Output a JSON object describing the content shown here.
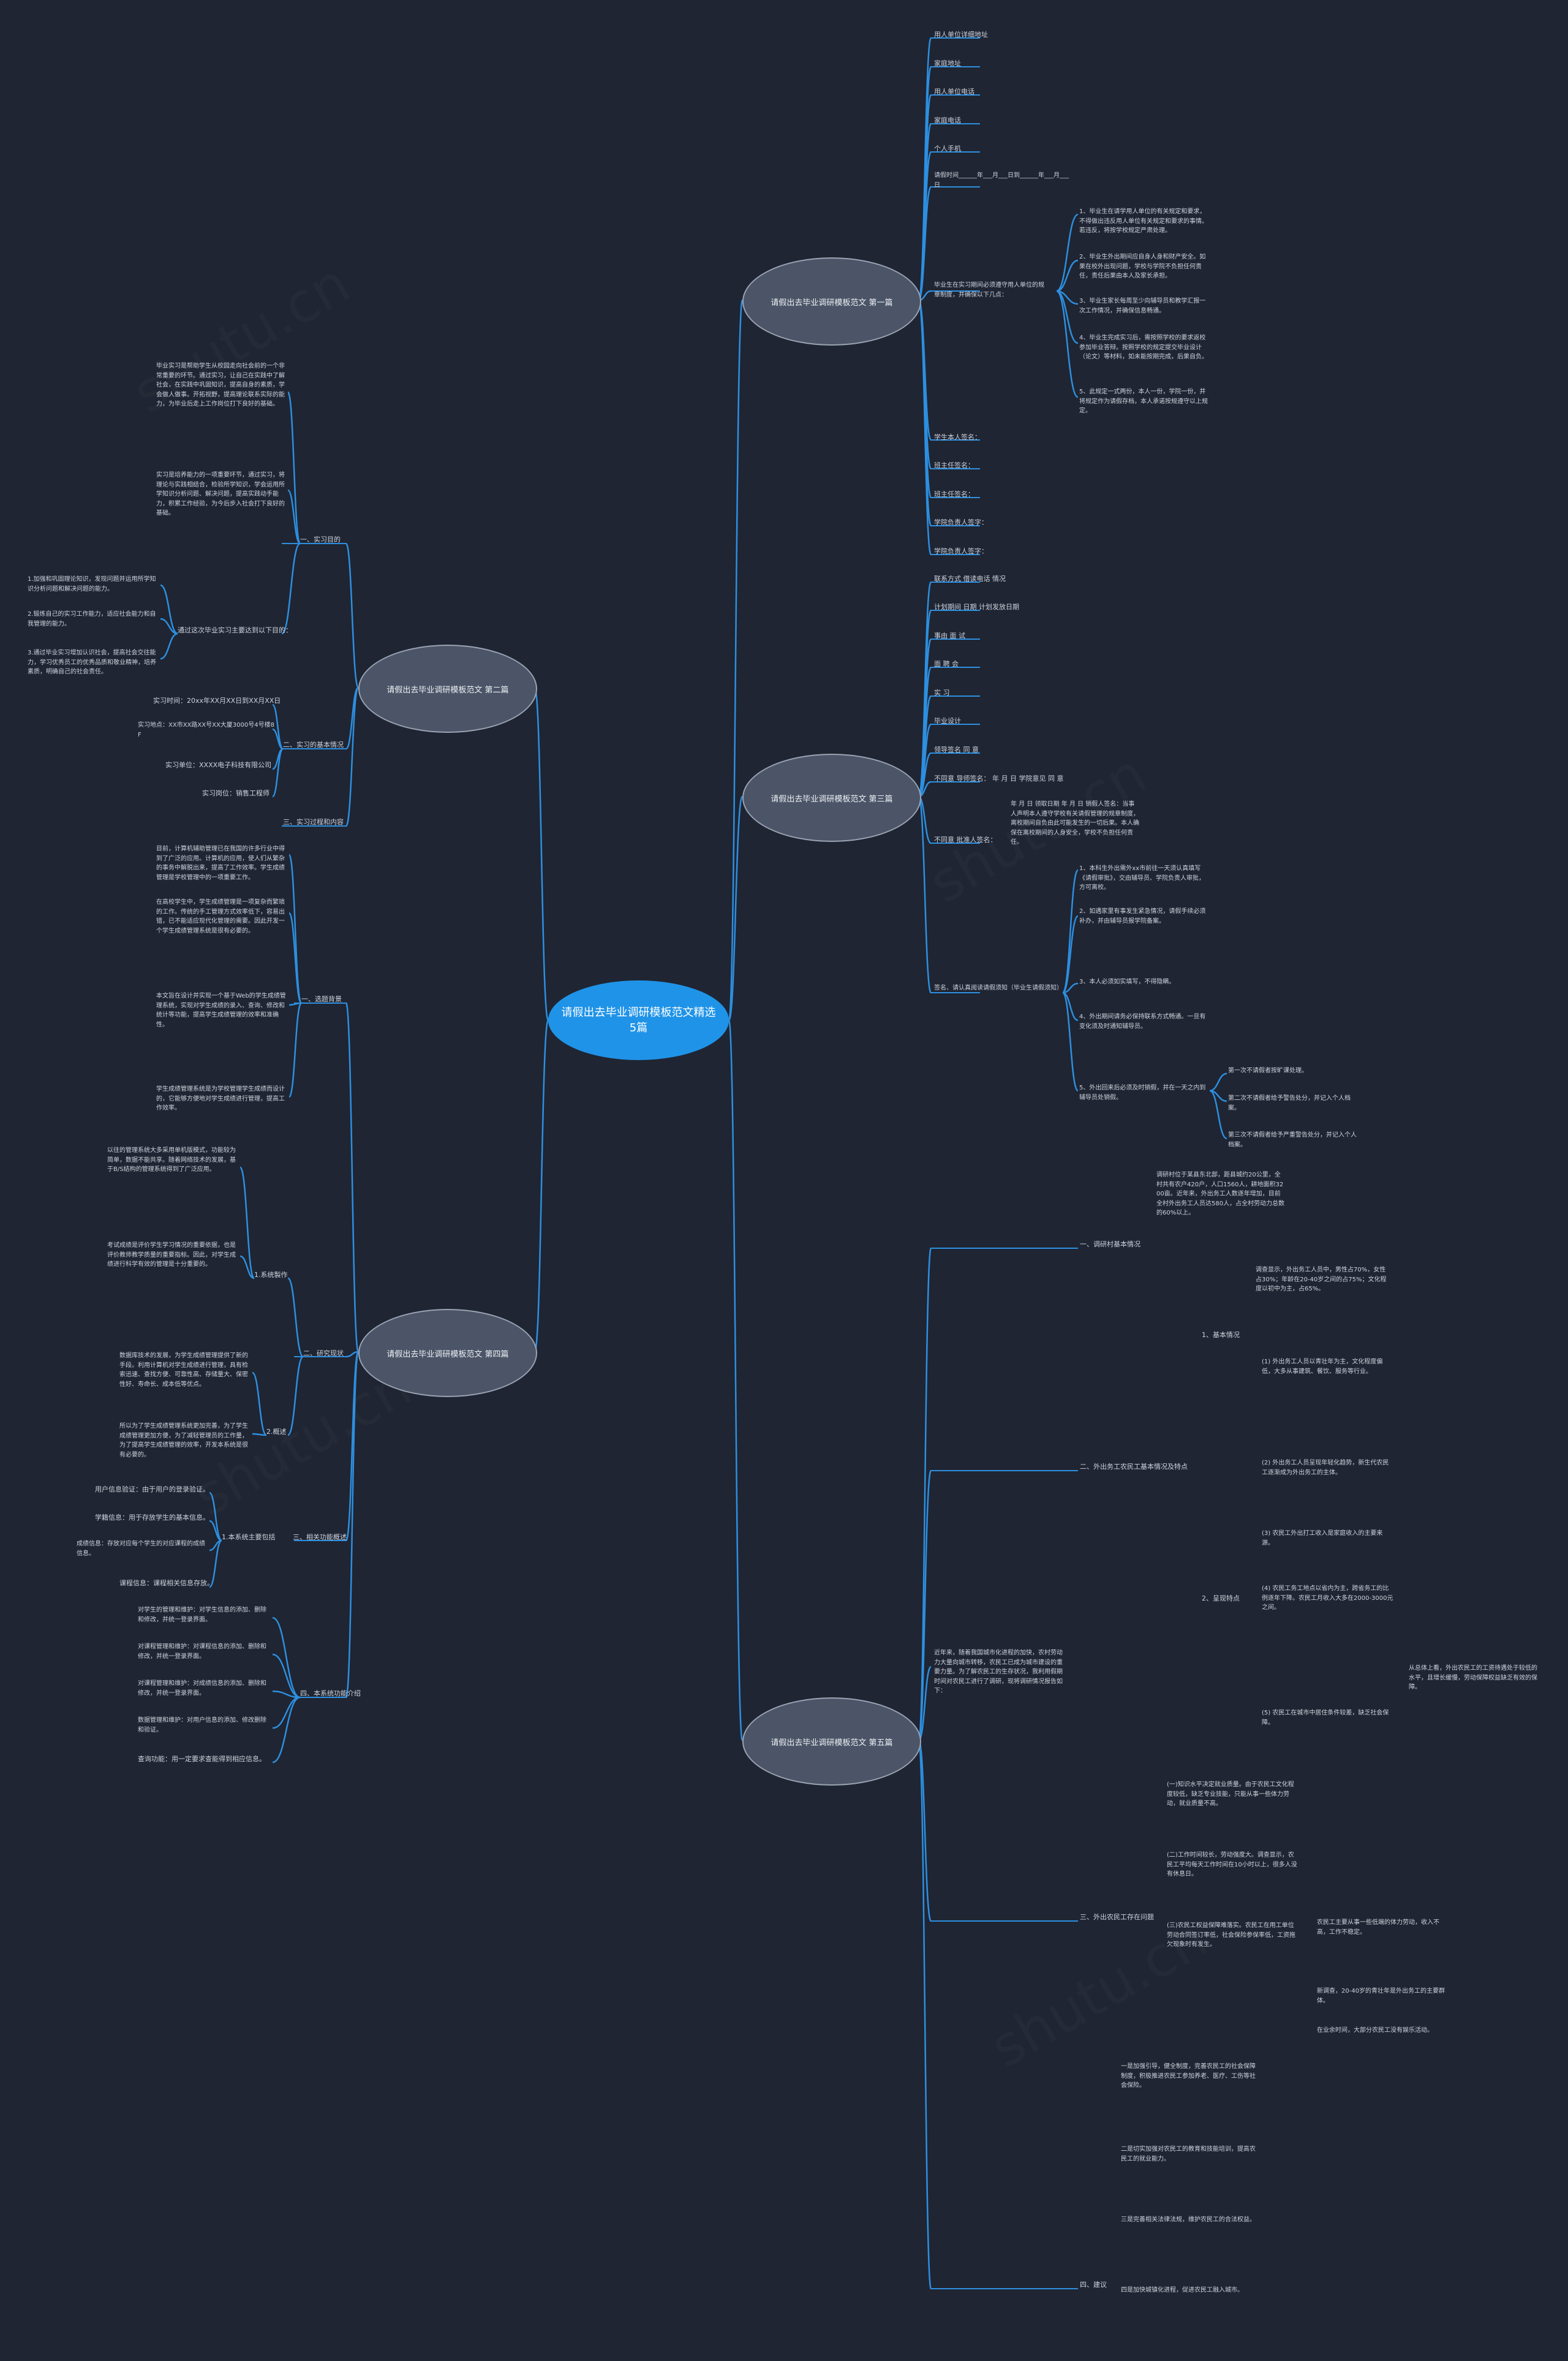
{
  "root": "请假出去毕业调研模板范文精选5篇",
  "branches": [
    "请假出去毕业调研模板范文 第一篇",
    "请假出去毕业调研模板范文 第二篇",
    "请假出去毕业调研模板范文 第三篇",
    "请假出去毕业调研模板范文 第四篇",
    "请假出去毕业调研模板范文 第五篇"
  ],
  "b1": {
    "fields": [
      "用人单位详细地址",
      "家庭地址",
      "用人单位电话",
      "家庭电话",
      "个人手机",
      "请假时间______年___月___日到______年___月___日"
    ],
    "intro": "毕业生在实习期间必须遵守用人单位的规章制度，并确保以下几点：",
    "rules": [
      "1、毕业生在请学用人单位的有关规定和要求，不得做出违反用人单位有关规定和要求的事情。若违反，将按学校规定严肃处理。",
      "2、毕业生外出期间应自身人身和财产安全。如果在校外出现问题，学校与学院不负担任何责任，责任后果由本人及家长承担。",
      "3、毕业生家长每周至少向辅导员和教学汇报一次工作情况，并确保信息畅通。",
      "4、毕业生完成实习后，需按照学校的要求返校参加毕业答辩。按照学校的规定提交毕业设计（论文）等材料，如未能按期完成，后果自负。",
      "5、此规定一式两份，本人一份，学院一份，并将规定作为请假存档，本人承诺按规遵守以上规定。"
    ],
    "signs": [
      "学生本人签名：",
      "班主任签名：",
      "班主任签名：",
      "学院负责人签字：",
      "学院负责人签字："
    ]
  },
  "b2": {
    "s1": "一、实习目的",
    "p1": "毕业实习是帮助学生从校园走向社会前的一个非常重要的环节。通过实习，让自己在实践中了解社会，在实践中巩固知识，提高自身的素质，学会做人做事。开拓视野，提高理论联系实际的能力，为毕业后走上工作岗位打下良好的基础。",
    "p2": "实习是培养能力的一项重要环节，通过实习，将理论与实践相结合，检验所学知识，学会运用所学知识分析问题、解决问题，提高实践动手能力，积累工作经验，为今后步入社会打下良好的基础。",
    "goal_head": "通过这次毕业实习主要达到以下目的：",
    "goals": [
      "1.加强和巩固理论知识，发现问题并运用所学知识分析问题和解决问题的能力。",
      "2.锻炼自己的实习工作能力，适应社会能力和自我管理的能力。",
      "3.通过毕业实习增加认识社会，提高社会交往能力，学习优秀员工的优秀品质和敬业精神，培养素质，明确自己的社会责任。"
    ],
    "s2": "二、实习的基本情况",
    "info": [
      "实习时间：20xx年XX月XX日到XX月XX日",
      "实习地点：XX市XX路XX号XX大厦3000号4号楼8F",
      "实习单位：XXXX电子科技有限公司",
      "实习岗位：销售工程师"
    ],
    "s3": "三、实习过程和内容"
  },
  "b3": {
    "items": [
      "联系方式 借读电话 情况",
      "计划期间 日期 计划发放日期",
      "事由 面 试",
      "面 聘 会",
      "实 习",
      "毕业设计",
      "领导签名 同 意"
    ],
    "row1": "不同意 导师签名：          年 月 日 学院意见 同 意",
    "row2_a": "不同意 批准人签名：",
    "row2_b": "年 月 日 领取日期 年 月 日 销假人签名：当事人声明本人遵守学校有关请假管理的规章制度，离校期间自负由此可能发生的一切后果。本人确保在离校期间的人身安全，学校不负担任何责任。",
    "note_head": "签名、请认真阅读请假须知（毕业生请假须知）",
    "notes": [
      "1、本科生外出需外xx市前往一天须认真填写《请假审批》，交由辅导员、学院负责人审批，方可离校。",
      "2、如遇家里有事发生紧急情况，请假手续必须补办，并由辅导员报学院备案。",
      "3、本人必须如实填写，不得隐瞒。",
      "4、外出期间请务必保持联系方式畅通。一旦有变化须及时通知辅导员。",
      "5、外出回来后必须及时销假，并在一天之内到辅导员处销假。"
    ],
    "sub": [
      "第一次不请假者按旷课处理。",
      "第二次不请假者给予警告处分，并记入个人档案。",
      "第三次不请假者给予严重警告处分，并记入个人档案。"
    ]
  },
  "b4": {
    "s1": "一、选题背景",
    "p": [
      "目前，计算机辅助管理已在我国的许多行业中得到了广泛的应用。计算机的应用，使人们从繁杂的事务中解脱出来，提高了工作效率。学生成绩管理是学校管理中的一项重要工作。",
      "在高校学生中，学生成绩管理是一项复杂而繁琐的工作。传统的手工管理方式效率低下，容易出错，已不能适应现代化管理的需要。因此开发一个学生成绩管理系统是很有必要的。",
      "本文旨在设计并实现一个基于Web的学生成绩管理系统，实现对学生成绩的录入、查询、修改和统计等功能，提高学生成绩管理的效率和准确性。",
      "学生成绩管理系统是为学校管理学生成绩而设计的，它能够方便地对学生成绩进行管理，提高工作效率。"
    ],
    "s2": "二、研究现状",
    "s2a": "1.系统製作",
    "p2": [
      "以往的管理系统大多采用单机版模式，功能较为简单，数据不能共享。随着网络技术的发展，基于B/S结构的管理系统得到了广泛应用。",
      "考试成绩是评价学生学习情况的重要依据，也是评价教师教学质量的重要指标。因此，对学生成绩进行科学有效的管理是十分重要的。"
    ],
    "s2b": "2.概述",
    "p3": [
      "数据库技术的发展，为学生成绩管理提供了新的手段。利用计算机对学生成绩进行管理，具有检索迅速、查找方便、可靠性高、存储量大、保密性好、寿命长、成本低等优点。",
      "所以为了学生成绩管理系统更加完善，为了学生成绩管理更加方便，为了减轻管理员的工作量，为了提高学生成绩管理的效率，开发本系统是很有必要的。"
    ],
    "s3": "三、相关功能概述",
    "s3a": "1.本系统主要包括",
    "funcs": [
      "用户信息验证：由于用户的登录验证。",
      "学籍信息：用于存放学生的基本信息。",
      "成绩信息：存放对应每个学生的对应课程的成绩信息。",
      "课程信息：课程相关信息存放。"
    ],
    "s4": "四、本系统功能介绍",
    "funcs2": [
      "对学生的管理和维护：对学生信息的添加、删除和修改，并统一登录界面。",
      "对课程管理和维护：对课程信息的添加、删除和修改，并统一登录界面。",
      "对课程管理和维护：对成绩信息的添加、删除和修改，并统一登录界面。",
      "数据管理和维护：对用户信息的添加、修改删除和验证。",
      "查询功能：用一定要求查能得到相应信息。"
    ]
  },
  "b5": {
    "intro": "近年来，随着我国城市化进程的加快，农村劳动力大量向城市转移，农民工已成为城市建设的重要力量。为了解农民工的生存状况，我利用假期时间对农民工进行了调研，现将调研情况报告如下：",
    "s1": "一、调研村基本情况",
    "p1": "调研村位于某县东北部，距县城约20公里，全村共有农户420户，人口1560人，耕地面积3200亩。近年来，外出务工人数逐年增加，目前全村外出务工人员达580人，占全村劳动力总数的60%以上。",
    "s2": "二、外出务工农民工基本情况及特点",
    "s2a": "1、基本情况",
    "p2a": "调查显示，外出务工人员中，男性占70%，女性占30%；年龄在20-40岁之间的占75%；文化程度以初中为主，占65%。",
    "s2b": "2、呈现特点",
    "p2b": [
      "(1) 外出务工人员以青壮年为主，文化程度偏低，大多从事建筑、餐饮、服务等行业。",
      "(2) 外出务工人员呈现年轻化趋势，新生代农民工逐渐成为外出务工的主体。",
      "(3) 农民工外出打工收入是家庭收入的主要来源。",
      "(4) 农民工务工地点以省内为主，跨省务工的比例逐年下降。农民工月收入大多在2000-3000元之间。",
      "(5) 农民工在城市中居住条件较差，缺乏社会保障。"
    ],
    "side": "从总体上看，外出农民工的工资待遇处于较低的水平，且增长缓慢，劳动保障权益缺乏有效的保障。",
    "s3": "三、外出农民工存在问题",
    "p3": [
      "(一)知识水平决定就业质量。由于农民工文化程度较低，缺乏专业技能，只能从事一些体力劳动，就业质量不高。",
      "(二)工作时间较长，劳动强度大。调查显示，农民工平均每天工作时间在10小时以上，很多人没有休息日。",
      "(三)农民工权益保障难落实。农民工在用工单位劳动合同签订率低，社会保险参保率低，工资拖欠现象时有发生。"
    ],
    "p3side": [
      "农民工主要从事一些低端的体力劳动，收入不高，工作不稳定。",
      "新调查，20-40岁的青壮年是外出务工的主要群体。",
      "在业余时间，大部分农民工没有娱乐活动。"
    ],
    "s4": "四、建议",
    "p4": [
      "一是加强引导，健全制度，完善农民工的社会保障制度，积极推进农民工参加养老、医疗、工伤等社会保险。",
      "二是切实加强对农民工的教育和技能培训，提高农民工的就业能力。",
      "三是完善相关法律法规，维护农民工的合法权益。",
      "四是加快城镇化进程，促进农民工融入城市。"
    ]
  }
}
